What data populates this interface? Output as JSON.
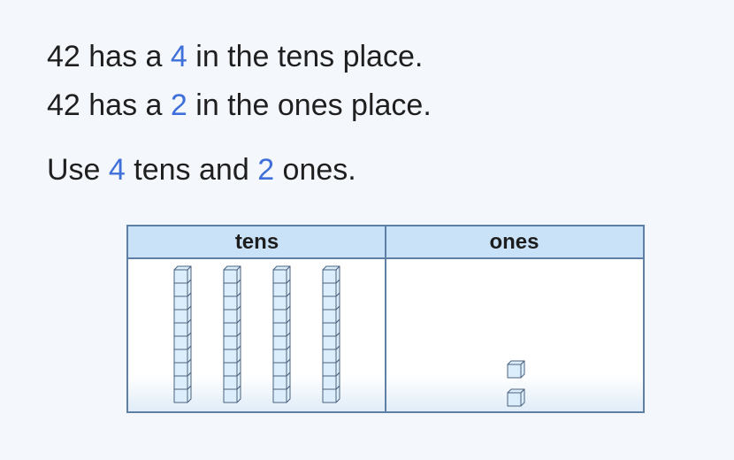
{
  "statements": {
    "line1": {
      "pre": "42 has a ",
      "digit": "4",
      "post": " in the tens place."
    },
    "line2": {
      "pre": "42 has a ",
      "digit": "2",
      "post": " in the ones place."
    },
    "line3": {
      "pre": "Use ",
      "tens": "4",
      "mid": " tens and ",
      "ones": "2",
      "post": " ones."
    }
  },
  "place_value_chart": {
    "headers": {
      "tens": "tens",
      "ones": "ones"
    },
    "ten_rods": 4,
    "one_cubes": 2
  },
  "colors": {
    "highlight": "#3f6fd8",
    "header_fill": "#c9e2f8",
    "border": "#5f80a6",
    "block_fill": "#dcedfb",
    "block_stroke": "#4a627c"
  }
}
